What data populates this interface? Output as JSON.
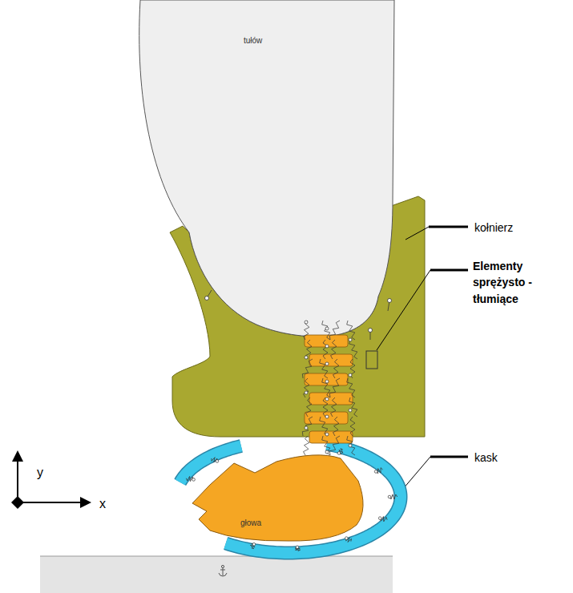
{
  "diagram": {
    "nodes": [
      {
        "text": [
          "tułów"
        ]
      },
      {
        "text": [
          "głowa"
        ]
      }
    ],
    "labels": [
      "kołnierz",
      "Elementy sprężysto - tłumiące",
      "kask",
      "y",
      "x"
    ]
  }
}
